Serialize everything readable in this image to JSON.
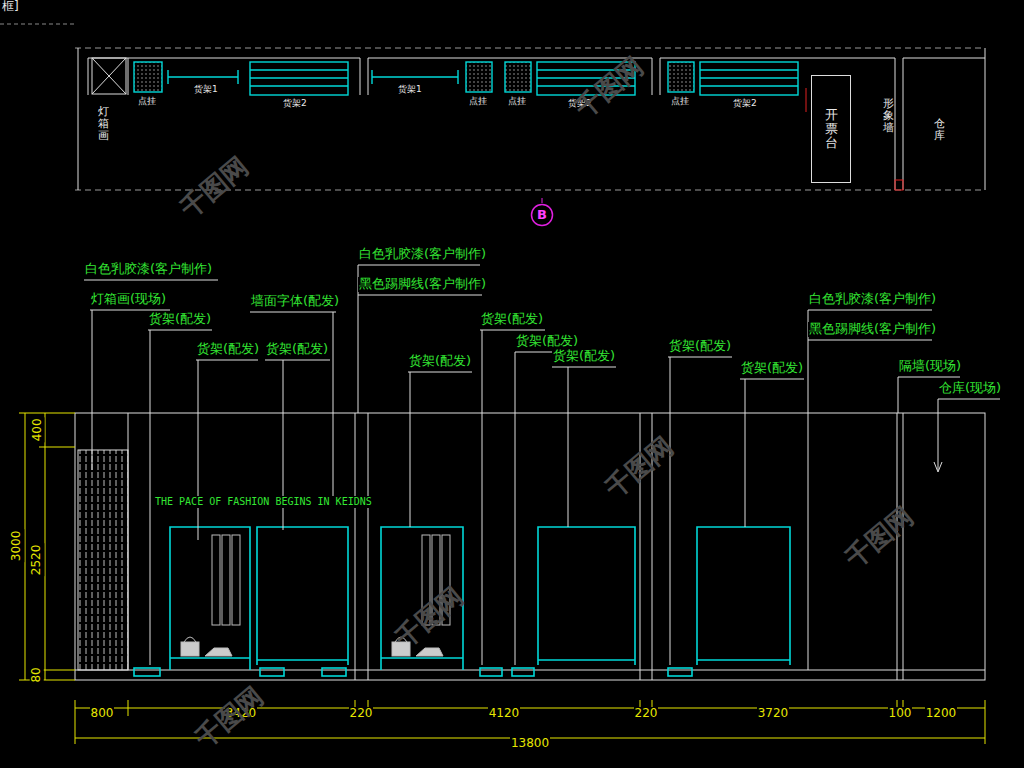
{
  "diagram": {
    "nodes": [
      {
        "text": [
          "开票台"
        ]
      },
      {
        "text": [
          "B"
        ]
      }
    ],
    "labels": [
      "框]",
      "灯箱画",
      "点挂",
      "货架1",
      "货架2",
      "货架1",
      "点挂",
      "点挂",
      "货架2",
      "点挂",
      "货架2",
      "形象墙",
      "仓库",
      "白色乳胶漆(客户制作)",
      "灯箱画(现场)",
      "货架(配发)",
      "墙面字体(配发)",
      "货架(配发)",
      "货架(配发)",
      "白色乳胶漆(客户制作)",
      "黑色踢脚线(客户制作)",
      "货架(配发)",
      "货架(配发)",
      "货架(配发)",
      "货架(配发)",
      "货架(配发)",
      "货架(配发)",
      "白色乳胶漆(客户制作)",
      "黑色踢脚线(客户制作)",
      "隔墙(现场)",
      "仓库(现场)",
      "THE PACE OF FASHION BEGINS IN KEIDNS",
      "400",
      "3000",
      "2520",
      "80",
      "800",
      "3420",
      "220",
      "4120",
      "220",
      "3720",
      "100",
      "1200",
      "13800",
      "千图网",
      "千图网",
      "千图网",
      "千图网",
      "千图网",
      "千图网"
    ]
  }
}
